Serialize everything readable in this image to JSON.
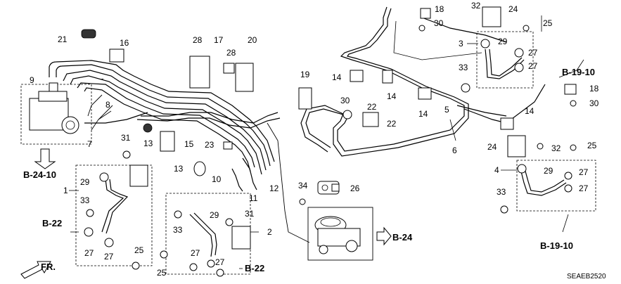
{
  "diagram": {
    "code": "SEAEB2520",
    "direction_label": "FR.",
    "refs": [
      "B-24-10",
      "B-22",
      "B-22",
      "B-24",
      "B-19-10",
      "B-19-10"
    ],
    "callouts": [
      "1",
      "2",
      "3",
      "4",
      "5",
      "6",
      "7",
      "8",
      "9",
      "10",
      "11",
      "12",
      "13",
      "13",
      "14",
      "14",
      "14",
      "14",
      "15",
      "16",
      "17",
      "18",
      "18",
      "19",
      "20",
      "21",
      "22",
      "22",
      "23",
      "24",
      "24",
      "25",
      "25",
      "25",
      "25",
      "26",
      "27",
      "27",
      "27",
      "27",
      "27",
      "27",
      "27",
      "27",
      "28",
      "28",
      "29",
      "29",
      "29",
      "29",
      "30",
      "30",
      "30",
      "31",
      "31",
      "32",
      "32",
      "33",
      "33",
      "33",
      "33",
      "34"
    ]
  }
}
